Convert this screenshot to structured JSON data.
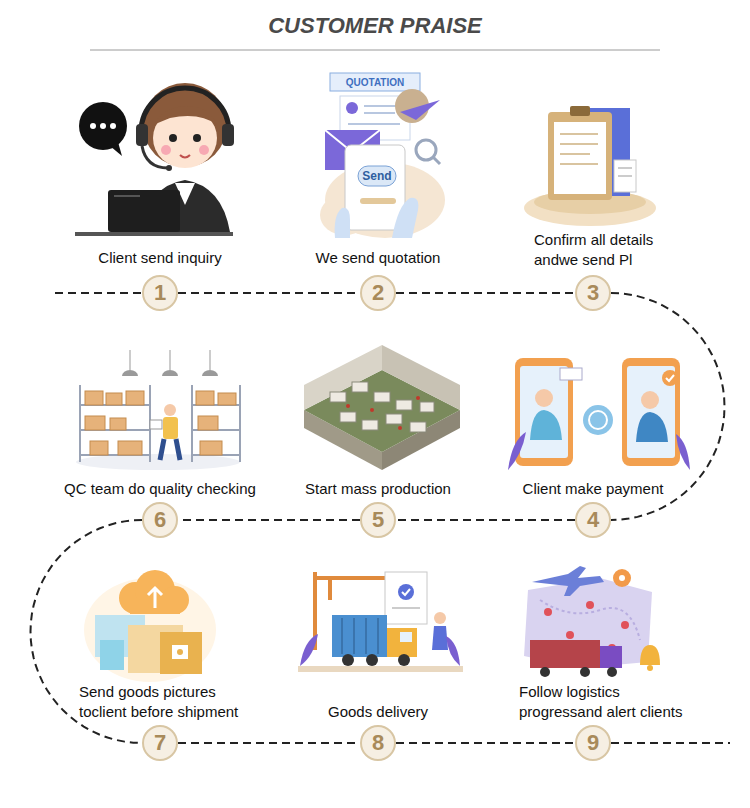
{
  "diagram": {
    "title": "CUSTOMER PRAISE",
    "nodes": [
      {
        "text": [
          "Client send inquiry",
          "1"
        ]
      },
      {
        "text": [
          "We send quotation",
          "2"
        ]
      },
      {
        "text": [
          "Confirm all details andwe send Pl",
          "3"
        ]
      },
      {
        "text": [
          "Client make payment",
          "4"
        ]
      },
      {
        "text": [
          "Start mass production",
          "5"
        ]
      },
      {
        "text": [
          "QC team do quality checking",
          "6"
        ]
      },
      {
        "text": [
          "Send goods pictures toclient before shipment",
          "7"
        ]
      },
      {
        "text": [
          "Goods delivery",
          "8"
        ]
      },
      {
        "text": [
          "Follow logistics progressand alert clients",
          "9"
        ]
      }
    ],
    "edges": [
      {
        "from": 0,
        "to": 1,
        "arrow": "none"
      },
      {
        "from": 1,
        "to": 2,
        "arrow": "none"
      },
      {
        "from": 2,
        "to": 3,
        "arrow": "none"
      },
      {
        "from": 3,
        "to": 4,
        "arrow": "none"
      },
      {
        "from": 4,
        "to": 5,
        "arrow": "none"
      },
      {
        "from": 5,
        "to": 6,
        "arrow": "none"
      },
      {
        "from": 6,
        "to": 7,
        "arrow": "none"
      },
      {
        "from": 7,
        "to": 8,
        "arrow": "none"
      }
    ],
    "labels": [
      "QUOTATION",
      "Send"
    ]
  }
}
